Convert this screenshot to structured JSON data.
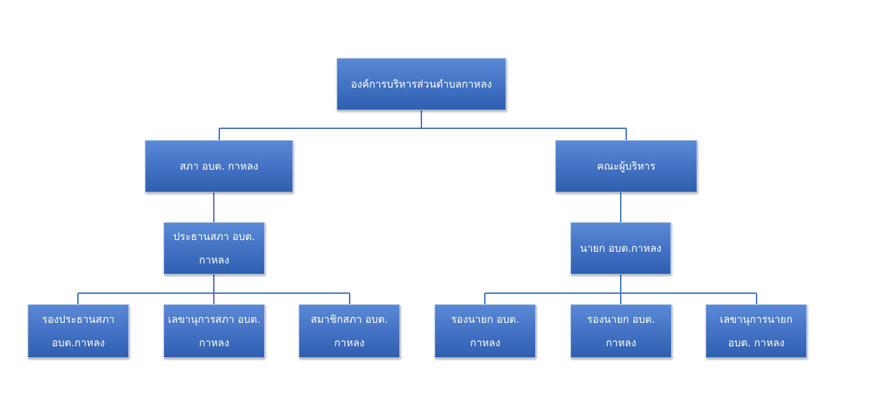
{
  "org_chart": {
    "root": "องค์การบริหารส่วนตำบลกาหลง",
    "council": {
      "title": "สภา อบต. กาหลง",
      "president": "ประธานสภา อบต.\nกาหลง",
      "members": [
        "รองประธานสภา\nอบต.กาหลง",
        "เลขานุการสภา อบต.\nกาหลง",
        "สมาชิกสภา อบต.\nกาหลง"
      ]
    },
    "executive": {
      "title": "คณะผู้บริหาร",
      "mayor": "นายก อบต.กาหลง",
      "members": [
        "รองนายก อบต.\nกาหลง",
        "รองนายก อบต.\nกาหลง",
        "เลขานุการนายก\nอบต. กาหลง"
      ]
    }
  },
  "colors": {
    "box_fill": "#4472c4",
    "connector": "#4472c4",
    "text": "#ffffff"
  }
}
